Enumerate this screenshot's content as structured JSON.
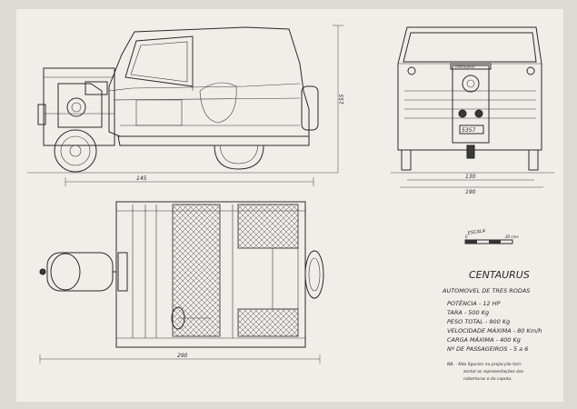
{
  "title": "CENTAURUS",
  "subtitle": "AUTOMOVEL DE TRES RODAS",
  "specs": [
    "POTÊNCIA - 12 HP",
    "TARA  - 500 Kg",
    "PESO TOTAL - 900 Kg",
    "VELOCIDADE MÁXIMA - 80 Km/h",
    "CARGA MÁXIMA - 400 Kg",
    "Nº DE PASSAGEIROS - 5 a 6"
  ],
  "note_lines": [
    "NB. - Não figuram na projecção hori-",
    "zontal as representações das",
    "coberturas e da capota."
  ],
  "scale": {
    "label": "ESCALA",
    "tick_start": "0",
    "tick_end": "20 cms"
  },
  "dimensions": {
    "side_length": "145",
    "side_height": "155",
    "front_width_top": "130",
    "front_width_bottom": "190",
    "plan_length": "290"
  },
  "plate": "5357",
  "badge": "CENTAURUS"
}
